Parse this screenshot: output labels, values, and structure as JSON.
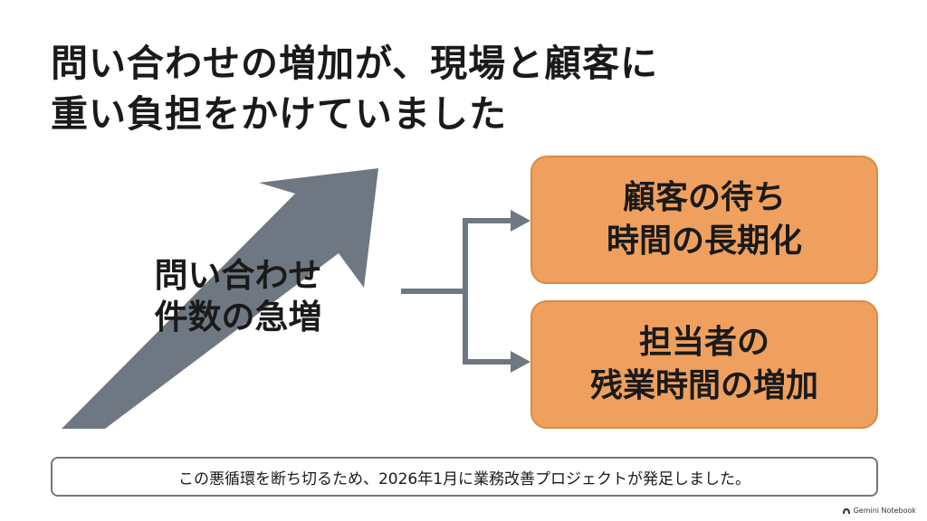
{
  "title": {
    "line1": "問い合わせの増加が、現場と顧客に",
    "line2": "重い負担をかけていました"
  },
  "cause": {
    "line1": "問い合わせ",
    "line2": "件数の急増"
  },
  "effects": [
    {
      "line1": "顧客の待ち",
      "line2": "時間の長期化"
    },
    {
      "line1": "担当者の",
      "line2": "残業時間の増加"
    }
  ],
  "caption": "この悪循環を断ち切るため、2026年1月に業務改善プロジェクトが発足しました。",
  "watermark": "Gemini Notebook",
  "colors": {
    "arrow": "#6f7782",
    "connector": "#6f7782",
    "effect_box_fill": "#efa05e",
    "text": "#1a1a1a"
  },
  "icons": {
    "trend_arrow": "diagonal-up-arrow-icon",
    "watermark": "notebook-logo-icon"
  }
}
